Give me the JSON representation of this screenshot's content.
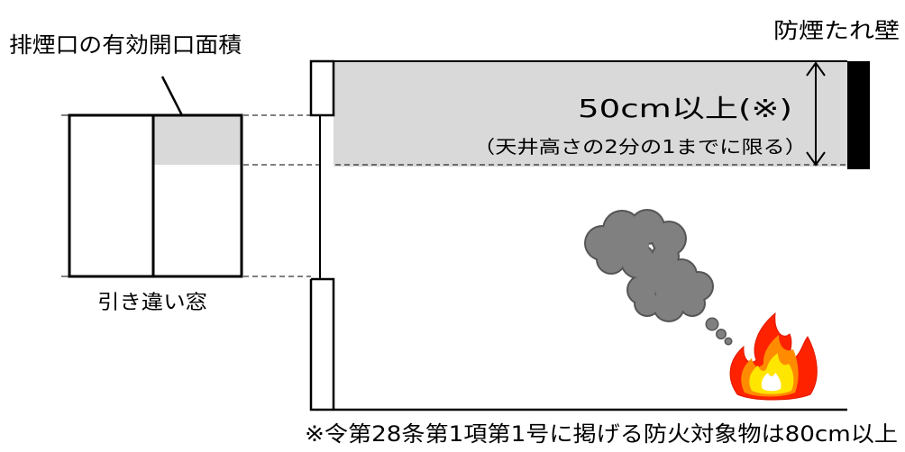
{
  "labels": {
    "smoke_curtain_wall": "防煙たれ壁",
    "effective_opening_area": "排煙口の有効開口面積",
    "height_requirement": "50cm以上(※)",
    "height_limit_note": "（天井高さの2分の1までに限る）",
    "window_type": "引き違い窓",
    "footnote": "※令第28条第1項第1号に掲げる防火対象物は80cm以上"
  },
  "colors": {
    "line": "#000000",
    "effective_area_fill": "#d9d9d9",
    "smoke_fill": "#7f7f7f",
    "smoke_outline": "#555555",
    "fire_outer": "#ff2200",
    "fire_inner": "#ffe600"
  },
  "icons": {
    "smoke": "smoke-cloud-icon",
    "fire": "fire-icon"
  }
}
